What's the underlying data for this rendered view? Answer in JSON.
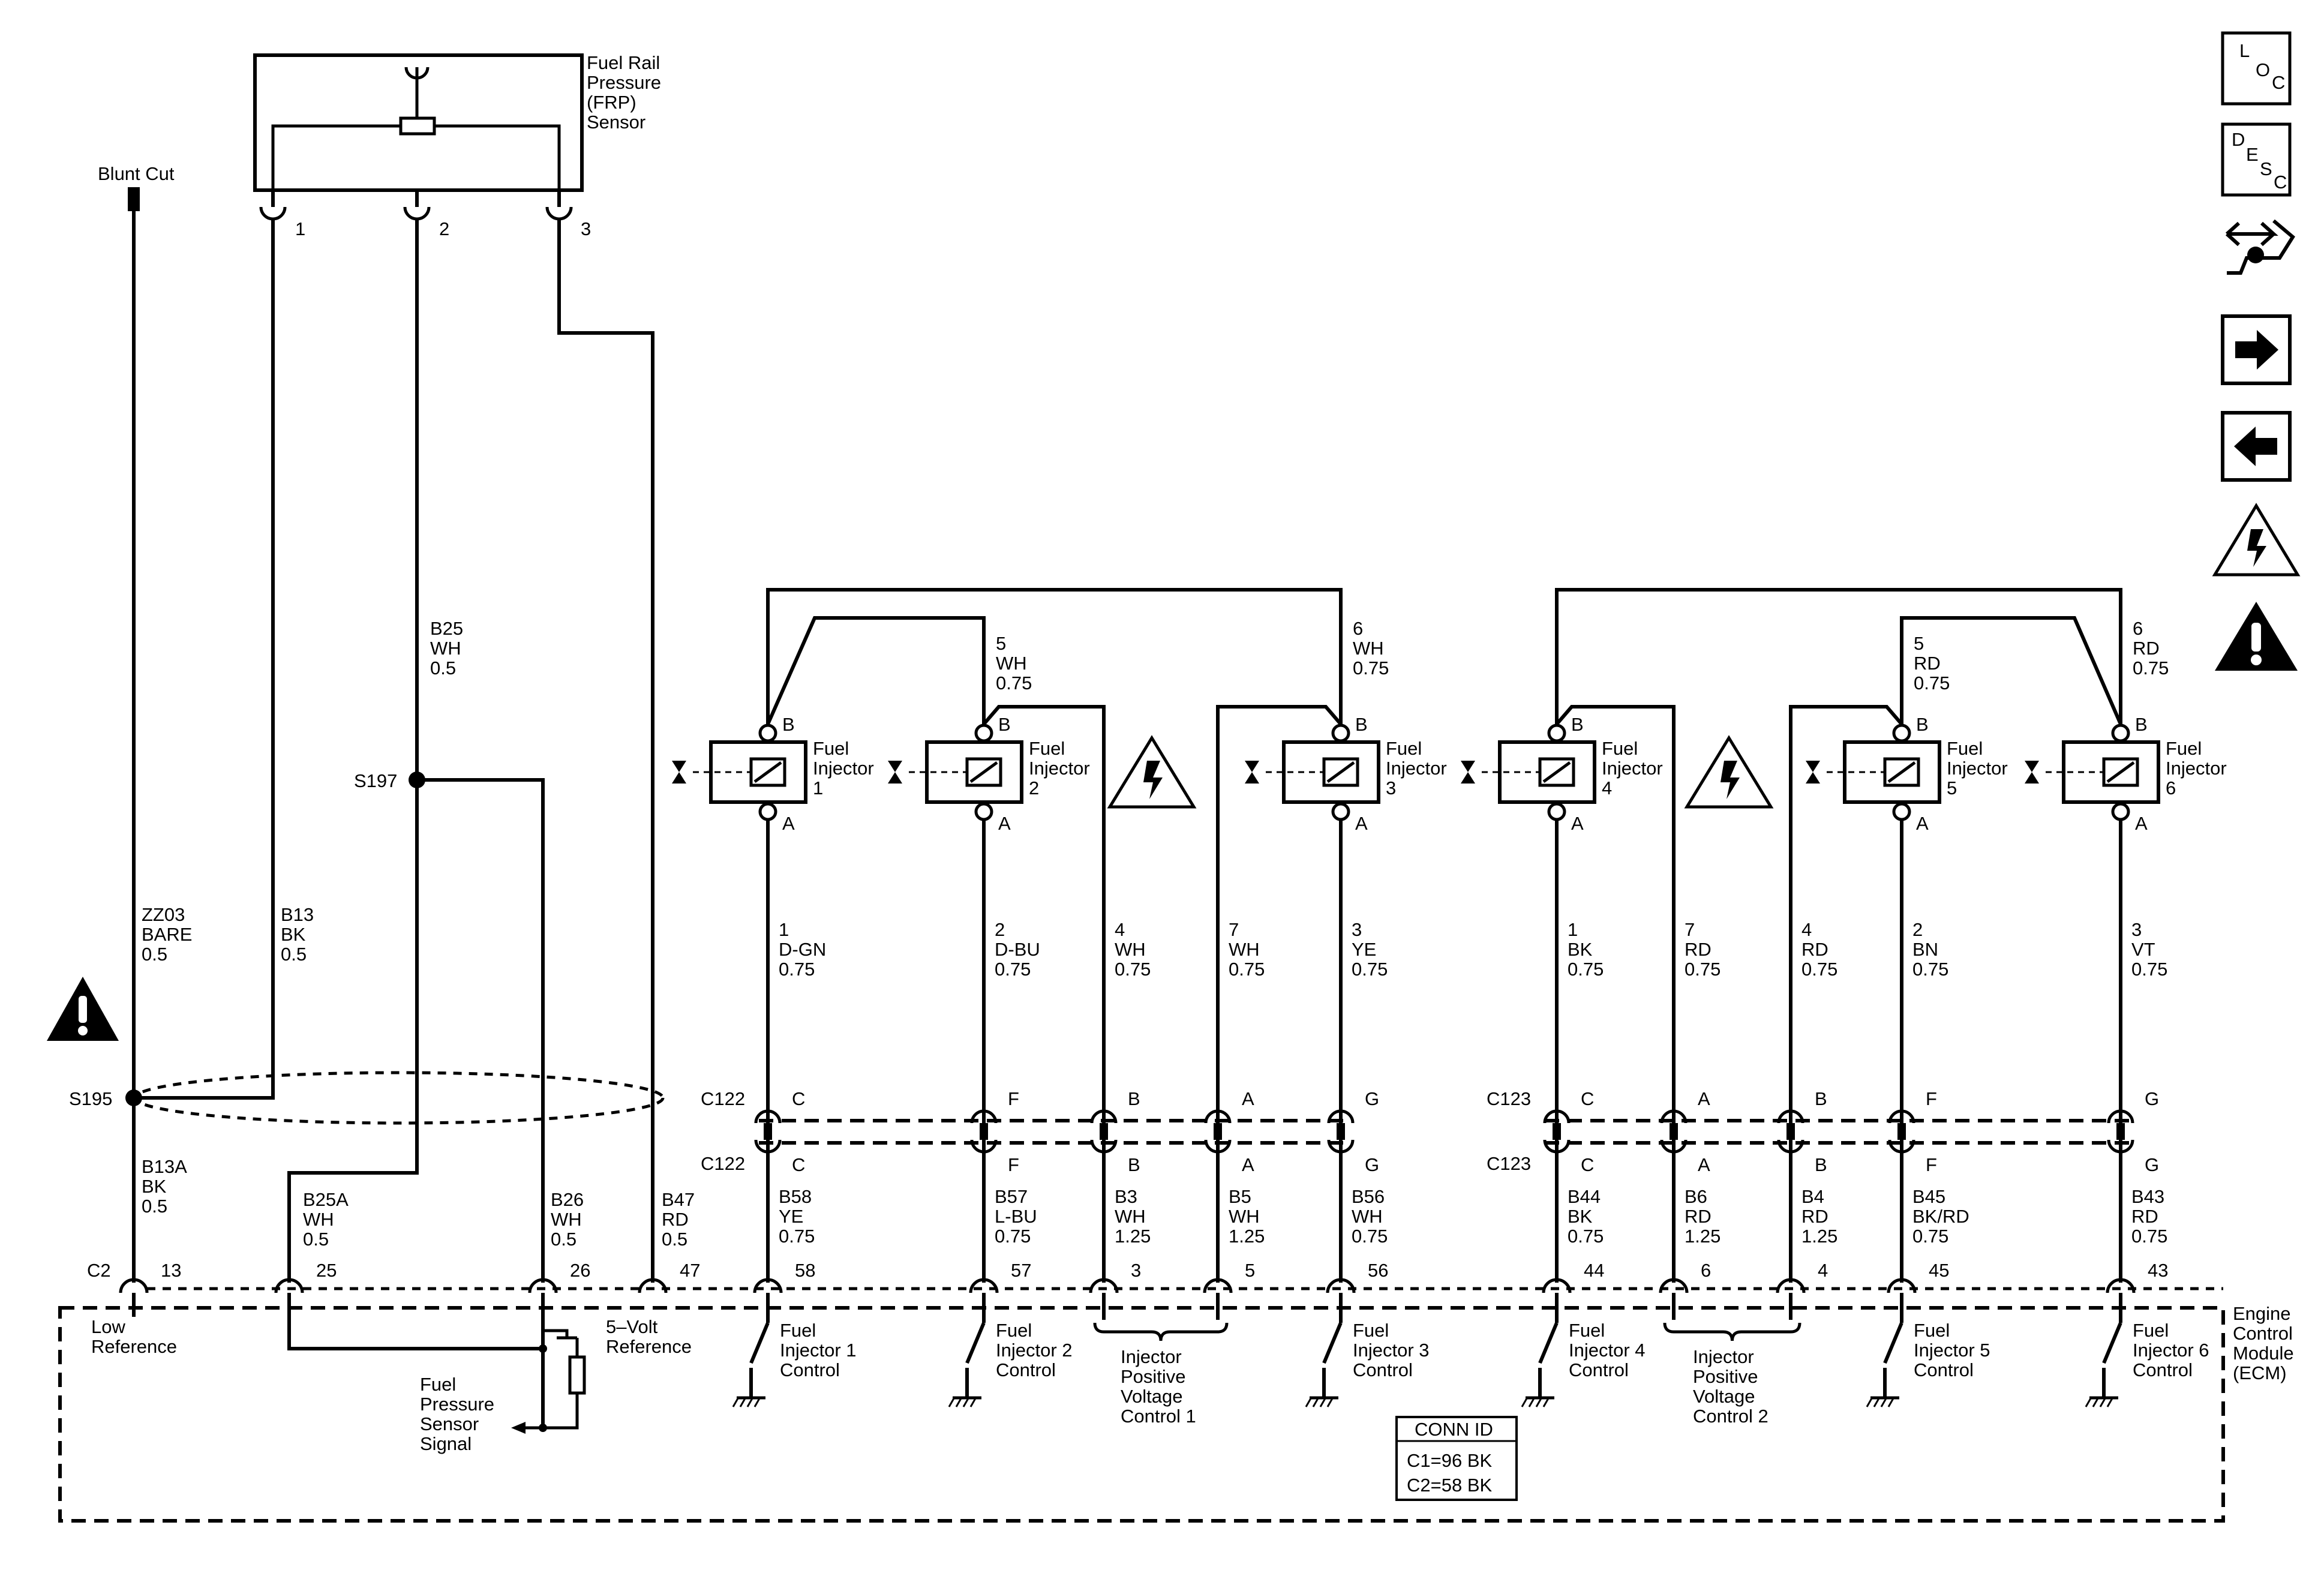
{
  "frp_sensor": {
    "lines": [
      "Fuel Rail",
      "Pressure",
      "(FRP)",
      "Sensor"
    ],
    "pins": [
      "1",
      "2",
      "3"
    ]
  },
  "blunt_cut": "Blunt Cut",
  "splices": {
    "s195": "S195",
    "s197": "S197"
  },
  "wires_left": {
    "zz03": [
      "ZZ03",
      "BARE",
      "0.5"
    ],
    "b13": [
      "B13",
      "BK",
      "0.5"
    ],
    "b25": [
      "B25",
      "WH",
      "0.5"
    ],
    "b13a": [
      "B13A",
      "BK",
      "0.5"
    ],
    "b25a": [
      "B25A",
      "WH",
      "0.5"
    ],
    "b26": [
      "B26",
      "WH",
      "0.5"
    ],
    "b47": [
      "B47",
      "RD",
      "0.5"
    ]
  },
  "injectors": [
    {
      "lines": [
        "Fuel",
        "Injector",
        "1"
      ],
      "pin_b": "B",
      "pin_a": "A"
    },
    {
      "lines": [
        "Fuel",
        "Injector",
        "2"
      ],
      "pin_b": "B",
      "pin_a": "A"
    },
    {
      "lines": [
        "Fuel",
        "Injector",
        "3"
      ],
      "pin_b": "B",
      "pin_a": "A"
    },
    {
      "lines": [
        "Fuel",
        "Injector",
        "4"
      ],
      "pin_b": "B",
      "pin_a": "A"
    },
    {
      "lines": [
        "Fuel",
        "Injector",
        "5"
      ],
      "pin_b": "B",
      "pin_a": "A"
    },
    {
      "lines": [
        "Fuel",
        "Injector",
        "6"
      ],
      "pin_b": "B",
      "pin_a": "A"
    }
  ],
  "upper_wires": [
    [
      "5",
      "WH",
      "0.75"
    ],
    [
      "6",
      "WH",
      "0.75"
    ],
    [
      "5",
      "RD",
      "0.75"
    ],
    [
      "6",
      "RD",
      "0.75"
    ]
  ],
  "mid_wires": [
    [
      "1",
      "D-GN",
      "0.75"
    ],
    [
      "2",
      "D-BU",
      "0.75"
    ],
    [
      "4",
      "WH",
      "0.75"
    ],
    [
      "7",
      "WH",
      "0.75"
    ],
    [
      "3",
      "YE",
      "0.75"
    ],
    [
      "1",
      "BK",
      "0.75"
    ],
    [
      "7",
      "RD",
      "0.75"
    ],
    [
      "4",
      "RD",
      "0.75"
    ],
    [
      "2",
      "BN",
      "0.75"
    ],
    [
      "3",
      "VT",
      "0.75"
    ]
  ],
  "connectors": {
    "c122": "C122",
    "c123": "C123",
    "c122_pins": [
      "C",
      "F",
      "B",
      "A",
      "G"
    ],
    "c123_pins": [
      "C",
      "A",
      "B",
      "F",
      "G"
    ]
  },
  "lower_wires": [
    [
      "B58",
      "YE",
      "0.75"
    ],
    [
      "B57",
      "L-BU",
      "0.75"
    ],
    [
      "B3",
      "WH",
      "1.25"
    ],
    [
      "B5",
      "WH",
      "1.25"
    ],
    [
      "B56",
      "WH",
      "0.75"
    ],
    [
      "B44",
      "BK",
      "0.75"
    ],
    [
      "B6",
      "RD",
      "1.25"
    ],
    [
      "B4",
      "RD",
      "1.25"
    ],
    [
      "B45",
      "BK/RD",
      "0.75"
    ],
    [
      "B43",
      "RD",
      "0.75"
    ]
  ],
  "ecm_pins": {
    "c2": "C2",
    "numbers": [
      "13",
      "25",
      "26",
      "47",
      "58",
      "57",
      "3",
      "5",
      "56",
      "44",
      "6",
      "4",
      "45",
      "43"
    ]
  },
  "ecm_labels": {
    "low_ref": [
      "Low",
      "Reference"
    ],
    "five_v": [
      "5–Volt",
      "Reference"
    ],
    "fuel_pressure": [
      "Fuel",
      "Pressure",
      "Sensor",
      "Signal"
    ],
    "inj_controls": [
      [
        "Fuel",
        "Injector 1",
        "Control"
      ],
      [
        "Fuel",
        "Injector 2",
        "Control"
      ],
      [
        "Fuel",
        "Injector 3",
        "Control"
      ],
      [
        "Fuel",
        "Injector 4",
        "Control"
      ],
      [
        "Fuel",
        "Injector 5",
        "Control"
      ],
      [
        "Fuel",
        "Injector 6",
        "Control"
      ]
    ],
    "ipvc1": [
      "Injector",
      "Positive",
      "Voltage",
      "Control 1"
    ],
    "ipvc2": [
      "Injector",
      "Positive",
      "Voltage",
      "Control 2"
    ],
    "ecm_name": [
      "Engine",
      "Control",
      "Module",
      "(ECM)"
    ]
  },
  "conn_id": {
    "title": "CONN ID",
    "rows": [
      "C1=96 BK",
      "C2=58 BK"
    ]
  },
  "side_icons": [
    {
      "name": "loc-icon",
      "letters": [
        "L",
        "O",
        "C"
      ]
    },
    {
      "name": "desc-icon",
      "letters": [
        "D",
        "E",
        "S",
        "C"
      ]
    },
    {
      "name": "connector-repair-icon"
    },
    {
      "name": "next-arrow-icon"
    },
    {
      "name": "previous-arrow-icon"
    },
    {
      "name": "high-voltage-warning-icon"
    },
    {
      "name": "caution-icon"
    }
  ]
}
